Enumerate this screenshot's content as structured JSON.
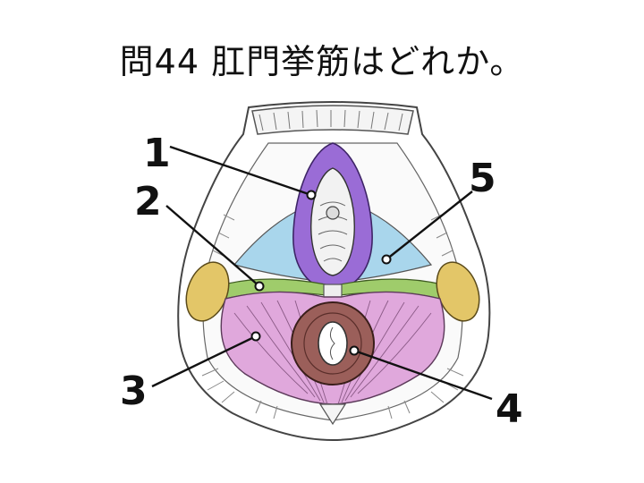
{
  "question": "問44 肛門挙筋はどれか。",
  "labels": [
    "1",
    "2",
    "3",
    "4",
    "5"
  ],
  "colors": {
    "purple": "#9a6cd6",
    "blue": "#a9d6ec",
    "green": "#9fcc6b",
    "pink": "#e0a8dc",
    "brown": "#9b5f5a",
    "yellow": "#e3c668"
  }
}
